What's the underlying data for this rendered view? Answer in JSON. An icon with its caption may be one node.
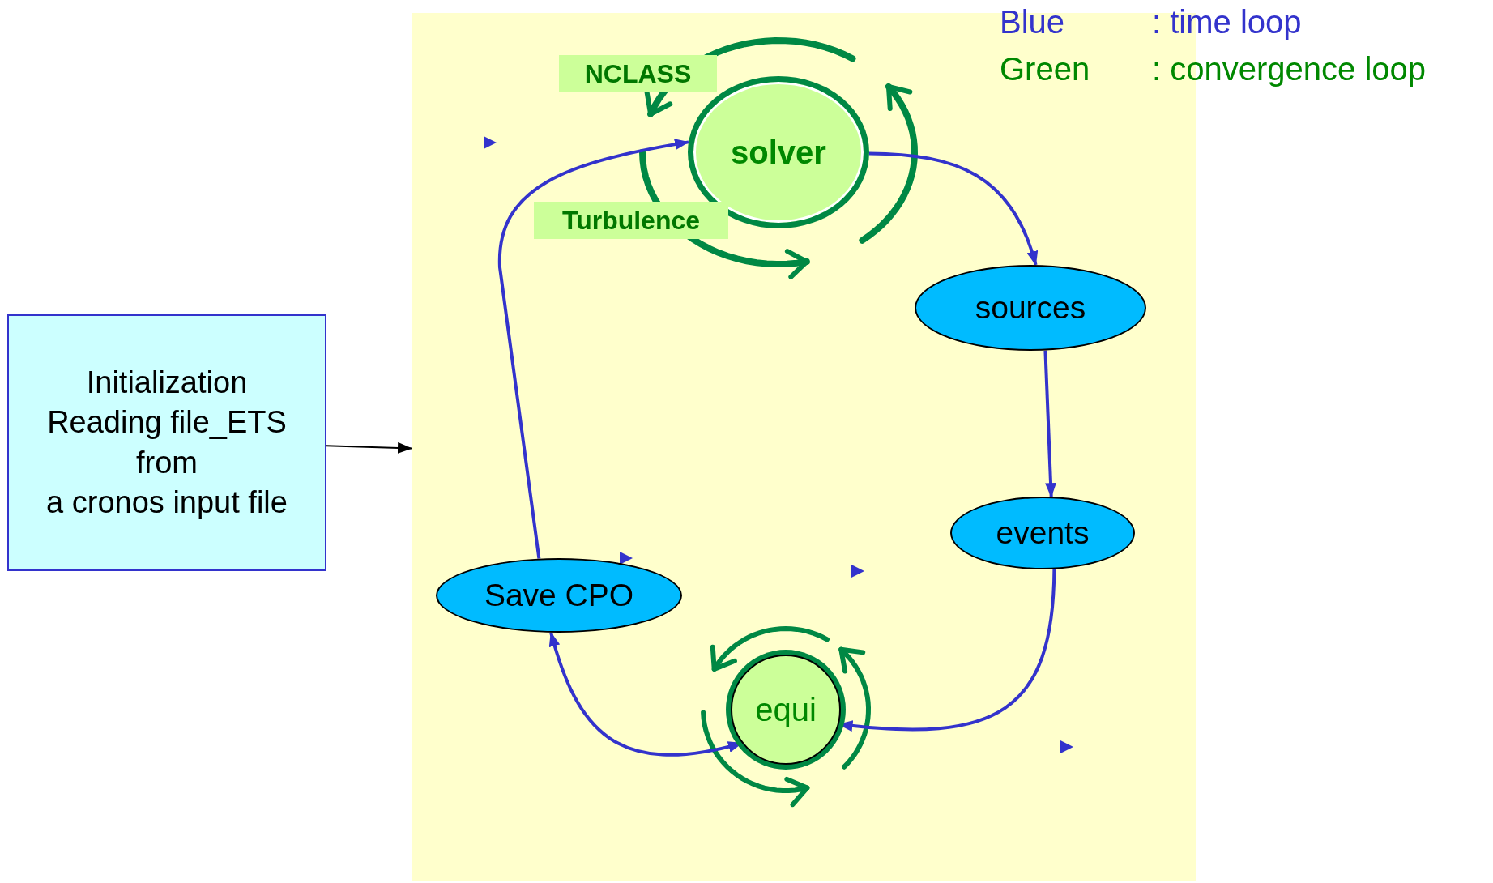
{
  "diagram": {
    "nodes": [
      {
        "text": [
          "Initialization",
          "Reading file_ETS",
          "from",
          "a cronos input file"
        ]
      },
      {
        "text": [],
        "shape": "box"
      },
      {
        "text": [
          "solver"
        ],
        "in": 1
      },
      {
        "text": [
          "NCLASS"
        ],
        "in": 1
      },
      {
        "text": [
          "Turbulence"
        ],
        "in": 1
      },
      {
        "text": [
          "sources"
        ],
        "in": 1
      },
      {
        "text": [
          "events"
        ],
        "in": 1
      },
      {
        "text": [
          "equi"
        ],
        "in": 1
      },
      {
        "text": [
          "Save CPO"
        ],
        "in": 1
      }
    ],
    "edges": [
      {
        "from": 0,
        "to": 1,
        "arrow": "to",
        "color": "#000000"
      },
      {
        "from": 2,
        "to": 5,
        "arrow": "to"
      },
      {
        "from": 5,
        "to": 6,
        "arrow": "to"
      },
      {
        "from": 6,
        "to": 7,
        "arrow": "to"
      },
      {
        "from": 7,
        "to": 8,
        "arrow": "both"
      },
      {
        "from": 8,
        "to": 2,
        "arrow": "to"
      }
    ],
    "labels": [
      "Blue",
      "Green"
    ],
    "legend": [
      {
        "text": ": time loop",
        "color": "#3333cc"
      },
      {
        "text": ": convergence loop",
        "color": "#008800"
      }
    ]
  }
}
